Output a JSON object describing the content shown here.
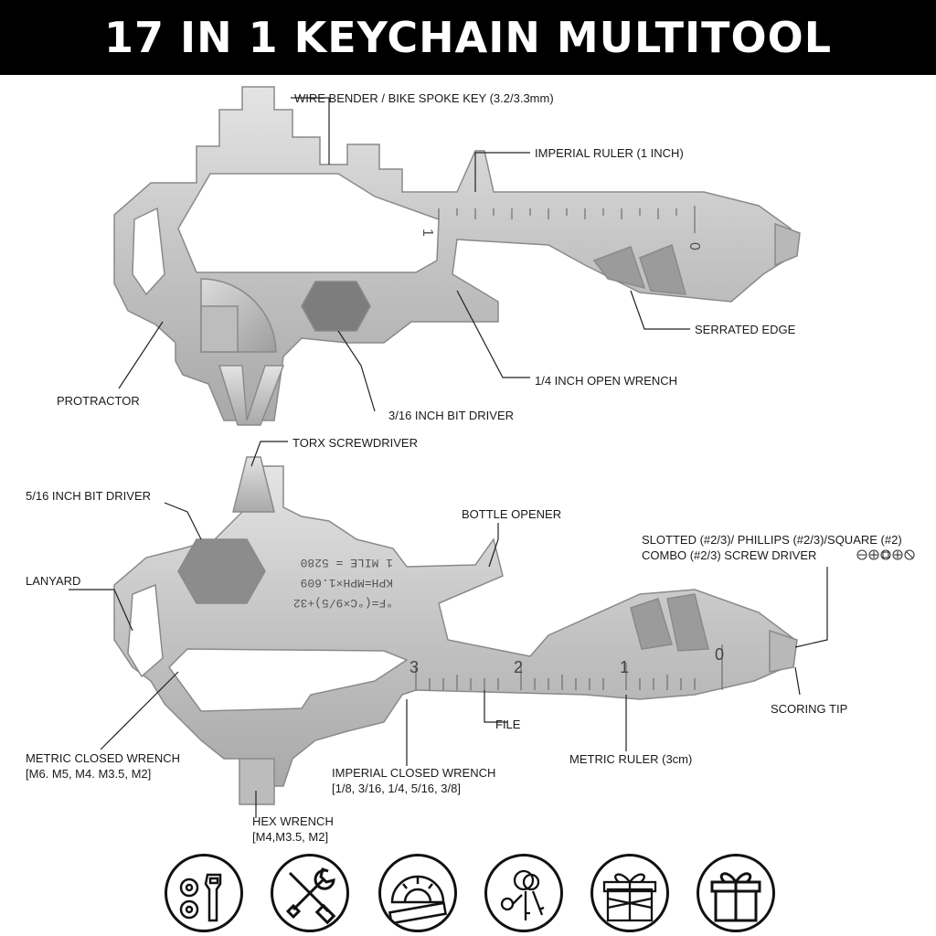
{
  "title": "17 IN 1 KEYCHAIN MULTITOOL",
  "labels": {
    "wire_bender": "WIRE BENDER / BIKE SPOKE KEY (3.2/3.3mm)",
    "imperial_ruler": "IMPERIAL RULER (1 INCH)",
    "serrated_edge": "SERRATED EDGE",
    "open_wrench": "1/4 INCH OPEN WRENCH",
    "protractor": "PROTRACTOR",
    "bit_driver_316": "3/16 INCH BIT DRIVER",
    "torx": "TORX SCREWDRIVER",
    "bit_driver_516": "5/16 INCH BIT DRIVER",
    "bottle_opener": "BOTTLE OPENER",
    "screwdriver_line1": "SLOTTED (#2/3)/ PHILLIPS (#2/3)/SQUARE (#2)",
    "screwdriver_line2": "COMBO (#2/3) SCREW DRIVER",
    "lanyard": "LANYARD",
    "scoring_tip": "SCORING TIP",
    "file": "FILE",
    "metric_ruler": "METRIC RULER (3cm)",
    "metric_wrench": "METRIC CLOSED WRENCH",
    "metric_wrench_sizes": "[M6. M5, M4. M3.5, M2]",
    "imperial_wrench": "IMPERIAL CLOSED WRENCH",
    "imperial_wrench_sizes": "[1/8, 3/16, 1/4, 5/16, 3/8]",
    "hex_wrench": "HEX WRENCH",
    "hex_wrench_sizes": "[M4,M3.5, M2]"
  },
  "engraving": {
    "line1": "1 MILE = 5280",
    "line2": "KPH=MPH×1.609",
    "line3": "°F=(°C×9/5)+32"
  },
  "ruler_marks": {
    "imperial_top": [
      "1",
      "0"
    ],
    "metric_bottom": [
      "3",
      "2",
      "1",
      "0"
    ]
  },
  "icons": [
    "bottle-opener-gears-icon",
    "wrench-screwdriver-icon",
    "protractor-ruler-icon",
    "keys-icon",
    "gift-box-icon",
    "gift-outline-icon"
  ],
  "colors": {
    "metal": "#c9c9c9",
    "metal_dark": "#9a9a9a",
    "banner": "#000000"
  }
}
